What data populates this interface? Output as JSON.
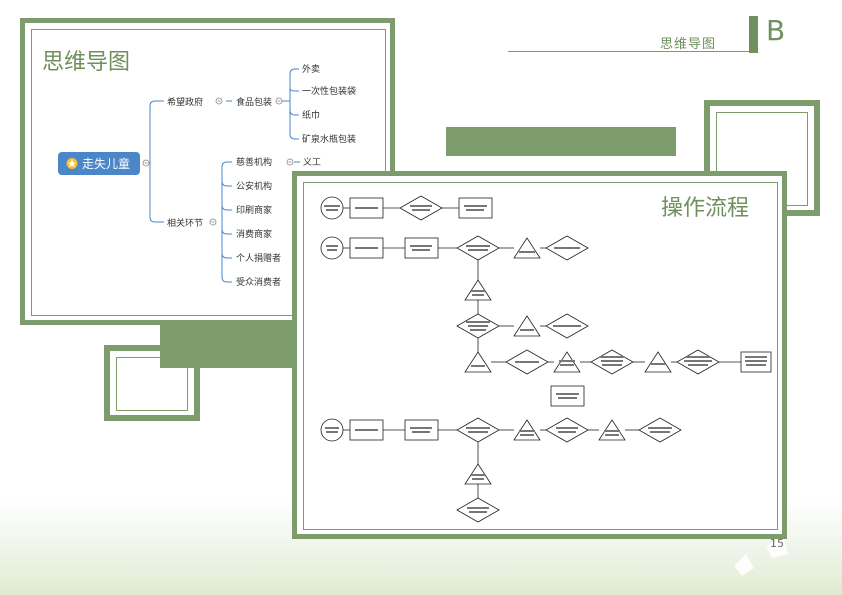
{
  "header": {
    "title": "思维导图",
    "letter": "B"
  },
  "mindmap": {
    "title": "思维导图",
    "root": "走失儿童",
    "branches": [
      {
        "label": "希望政府",
        "children": [
          {
            "label": "食品包装",
            "children": [
              "外卖",
              "一次性包装袋",
              "纸巾",
              "矿泉水瓶包装"
            ]
          }
        ]
      },
      {
        "label": "相关环节",
        "children": [
          {
            "label": "慈善机构",
            "children": [
              "义工"
            ]
          },
          {
            "label": "公安机构"
          },
          {
            "label": "印刷商家"
          },
          {
            "label": "消费商家"
          },
          {
            "label": "个人捐赠者"
          },
          {
            "label": "受众消费者"
          }
        ]
      }
    ]
  },
  "flowchart": {
    "title": "操作流程"
  },
  "footer": {
    "page": "15"
  },
  "colors": {
    "accent": "#7d9c6c",
    "root": "#4a86c8"
  }
}
